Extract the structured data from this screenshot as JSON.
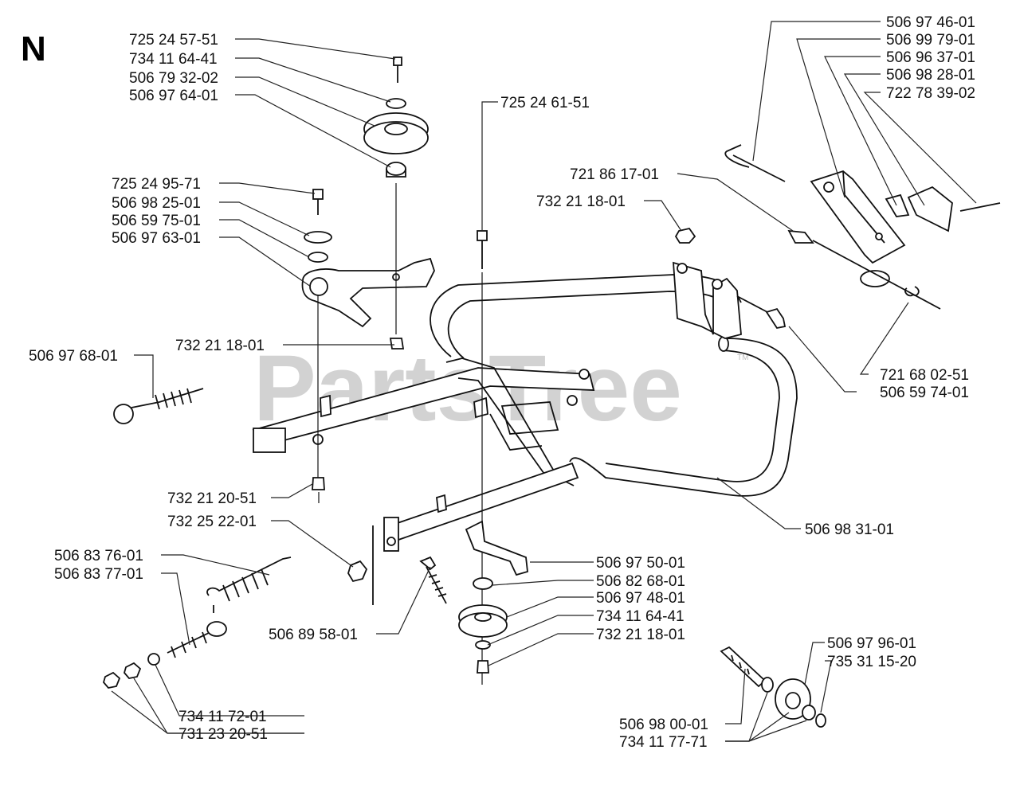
{
  "section_letter": "N",
  "watermark": "PartsTree",
  "watermark_mark": "TM",
  "callouts": {
    "c01": "725 24 57-51",
    "c02": "734 11 64-41",
    "c03": "506 79 32-02",
    "c04": "506 97 64-01",
    "c05": "725 24 95-71",
    "c06": "506 98 25-01",
    "c07": "506 59 75-01",
    "c08": "506 97 63-01",
    "c09": "506 97 68-01",
    "c10": "732 21 18-01",
    "c11": "732 21 20-51",
    "c12": "732 25 22-01",
    "c13": "506 83 76-01",
    "c14": "506 83 77-01",
    "c15": "506 89 58-01",
    "c16": "734 11 72-01",
    "c17": "731 23 20-51",
    "c18": "725 24 61-51",
    "c19": "721 86 17-01",
    "c20": "732 21 18-01",
    "c21": "506 97 46-01",
    "c22": "506 99 79-01",
    "c23": "506 96 37-01",
    "c24": "506 98 28-01",
    "c25": "722 78 39-02",
    "c26": "721 68 02-51",
    "c27": "506 59 74-01",
    "c28": "506 98 31-01",
    "c29": "506 97 50-01",
    "c30": "506 82 68-01",
    "c31": "506 97 48-01",
    "c32": "734 11 64-41",
    "c33": "732 21 18-01",
    "c34": "506 97 96-01",
    "c35": "735 31 15-20",
    "c36": "506 98 00-01",
    "c37": "734 11 77-71"
  }
}
